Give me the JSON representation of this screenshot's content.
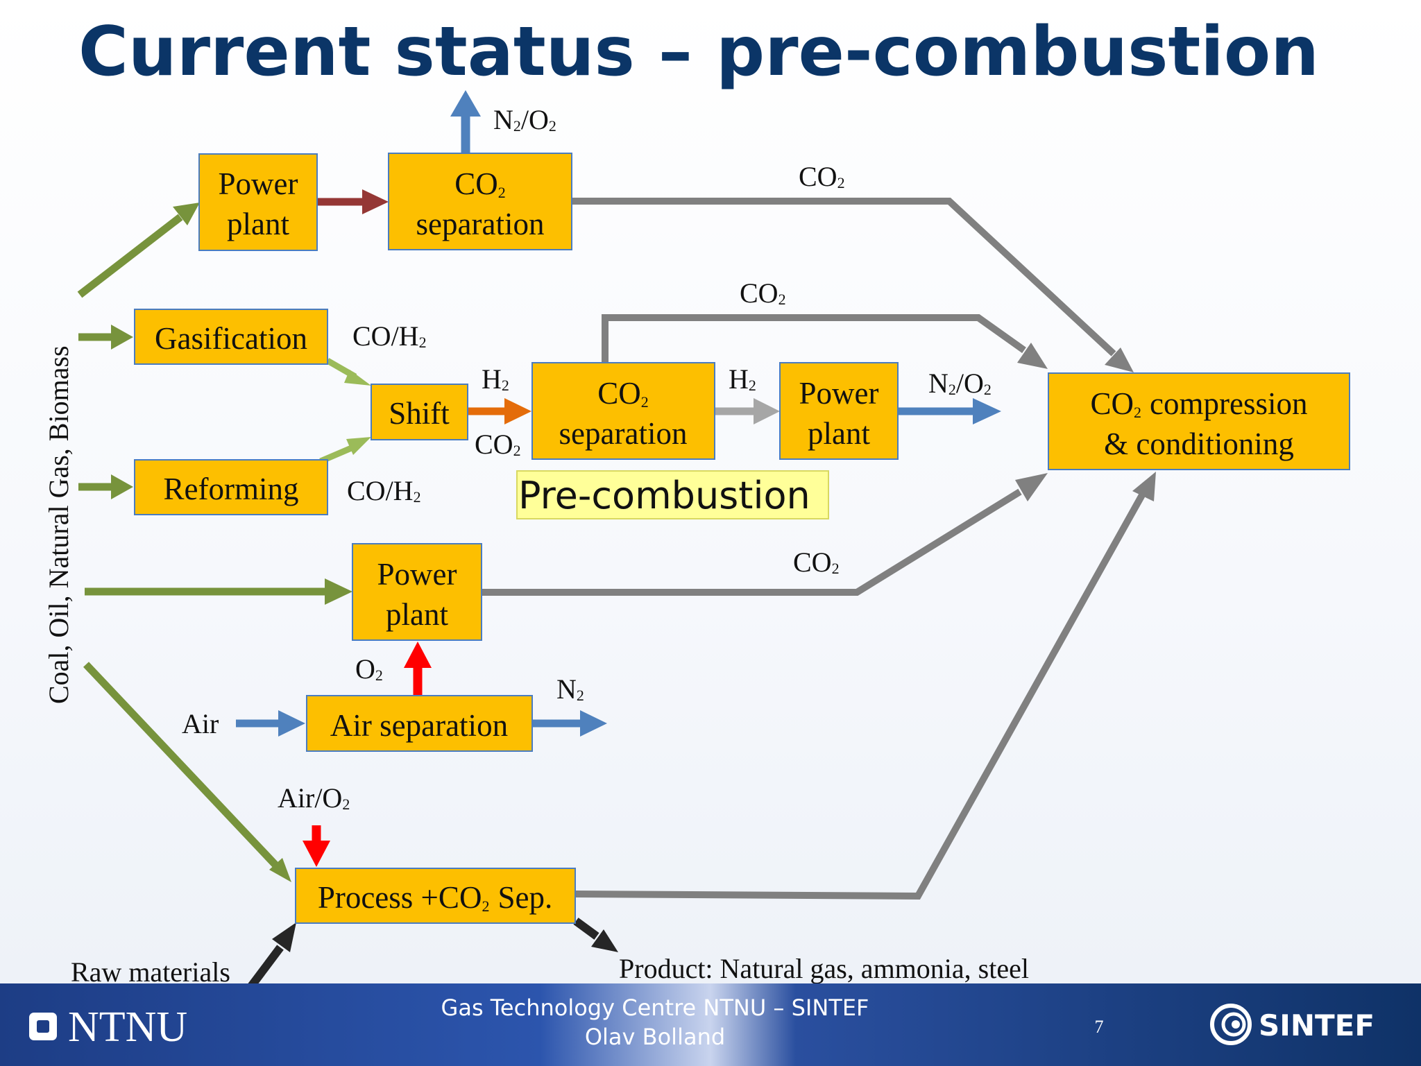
{
  "title": "Current status – pre-combustion",
  "side_label": "Coal, Oil, Natural Gas, Biomass",
  "boxes": {
    "power_plant_top": [
      "Power",
      "plant"
    ],
    "co2_sep_top": [
      "CO",
      "2",
      "separation"
    ],
    "gasification": "Gasification",
    "shift": "Shift",
    "reforming": "Reforming",
    "co2_sep_mid": [
      "CO",
      "2",
      "separation"
    ],
    "power_plant_mid": [
      "Power",
      "plant"
    ],
    "co2_compression": [
      "CO",
      "2",
      "compression",
      "& conditioning"
    ],
    "power_plant_low": [
      "Power",
      "plant"
    ],
    "air_separation": "Air separation",
    "process": [
      "Process +CO",
      "2",
      "Sep."
    ]
  },
  "labels": {
    "n2o2_top": [
      "N",
      "2",
      "/O",
      "2"
    ],
    "co2_top": [
      "CO",
      "2"
    ],
    "co2_mid": [
      "CO",
      "2"
    ],
    "coh2_upper": [
      "CO/H",
      "2"
    ],
    "coh2_lower": [
      "CO/H",
      "2"
    ],
    "h2_a": [
      "H",
      "2"
    ],
    "co2_under_shift": [
      "CO",
      "2"
    ],
    "h2_b": [
      "H",
      "2"
    ],
    "n2o2_mid": [
      "N",
      "2",
      "/O",
      "2"
    ],
    "co2_low": [
      "CO",
      "2"
    ],
    "o2": [
      "O",
      "2"
    ],
    "n2": [
      "N",
      "2"
    ],
    "air": "Air",
    "air_o2": [
      "Air/O",
      "2"
    ],
    "raw_materials": "Raw materials",
    "product": "Product: Natural gas, ammonia, steel"
  },
  "pre_combustion_label": "Pre-combustion",
  "footer": {
    "line1": "Gas Technology Centre NTNU – SINTEF",
    "line2": "Olav Bolland",
    "page": "7",
    "ntnu_logo": "NTNU",
    "sintef_logo": "SINTEF"
  },
  "colors": {
    "title": "#0b3567",
    "box_fill": "#fdbf00",
    "box_border": "#4a7cc0",
    "feed_arrow": "#77933c",
    "light_green_arrow": "#9bbb59",
    "co2_line": "#808080",
    "h2_arrow": "#a6a6a6",
    "blue_arrow": "#4f81bd",
    "dark_red_arrow": "#953735",
    "orange_arrow": "#e46c0a",
    "red_arrow": "#ff0000",
    "black_arrow": "#262626",
    "highlight": "#ffff99",
    "footer_bg": "#1f3f8f"
  }
}
